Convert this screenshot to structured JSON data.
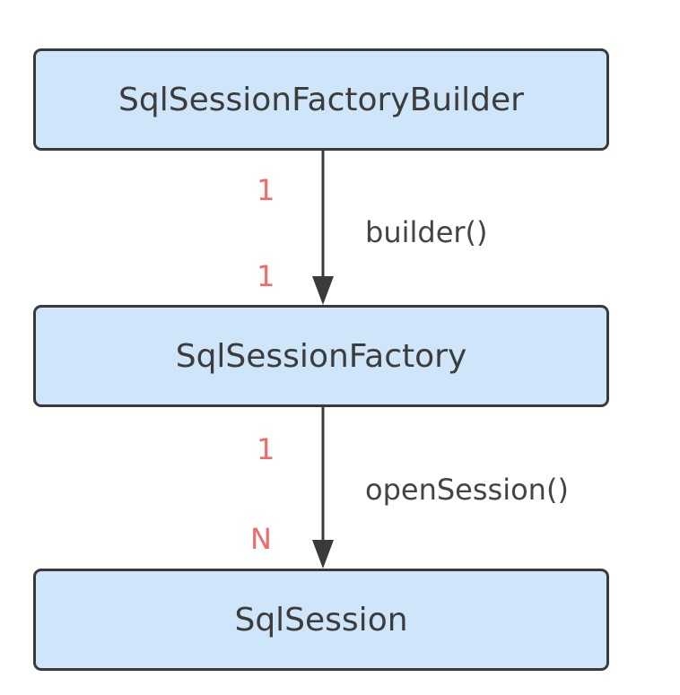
{
  "colors": {
    "node_fill": "#cfe5fa",
    "node_border": "#3a3a3a",
    "node_text": "#3c3c3c",
    "arrow": "#3a3a3a",
    "multiplicity": "#f06a6a",
    "edge_label": "#444444"
  },
  "nodes": [
    {
      "label": "SqlSessionFactoryBuilder"
    },
    {
      "label": "SqlSessionFactory"
    },
    {
      "label": "SqlSession"
    }
  ],
  "edges": [
    {
      "label": "builder()",
      "source_multiplicity": "1",
      "target_multiplicity": "1"
    },
    {
      "label": "openSession()",
      "source_multiplicity": "1",
      "target_multiplicity": "N"
    }
  ]
}
